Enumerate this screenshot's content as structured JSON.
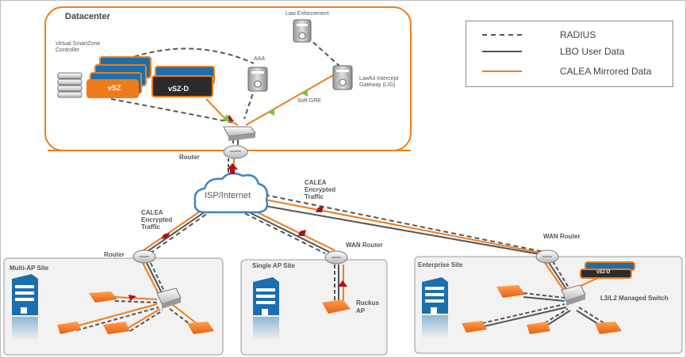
{
  "legend": {
    "items": [
      {
        "label": "RADIUS",
        "style": "dashed",
        "color": "#555555"
      },
      {
        "label": "LBO User Data",
        "style": "solid",
        "color": "#555555"
      },
      {
        "label": "CALEA Mirrored Data",
        "style": "solid",
        "color": "#f07c1a"
      }
    ]
  },
  "datacenter": {
    "title": "Datacenter",
    "vsz_group_label": "Virtual SmartZone Controller",
    "vsz_label": "vSZ",
    "vszd_label": "vSZ-D",
    "aaa_label": "AAA",
    "law_enforcement_label": "Law Enforcement",
    "lig_label": "Lawful Intercept Gateway (LIG)",
    "softgre_label": "Soft-GRE"
  },
  "core": {
    "router_label": "Router",
    "internet_label": "ISP/Internet",
    "calea_left": "CALEA Encrypted Traffic",
    "calea_right": "CALEA Encrypted Traffic"
  },
  "sites": {
    "multi_ap": {
      "title": "Multi-AP Site",
      "router_label": "Router"
    },
    "single_ap": {
      "title": "Single AP Site",
      "router_label": "WAN Router",
      "ap_label": "Ruckus AP"
    },
    "enterprise": {
      "title": "Enterprise Site",
      "router_label": "WAN Router",
      "switch_label": "L3/L2 Managed Switch",
      "vszd_label": "vSZ-D"
    }
  },
  "colors": {
    "calea_orange": "#f07c1a",
    "radius_gray": "#555555",
    "lbo_gray": "#555555",
    "arrow_red": "#b0101a",
    "arrow_green": "#7cc242",
    "building_blue": "#1c6fae",
    "vsz_orange": "#ee7a1c",
    "vszd_dark": "#2b2b2b",
    "site_bg": "#f2f2f2",
    "site_border": "#9a9a9a"
  }
}
